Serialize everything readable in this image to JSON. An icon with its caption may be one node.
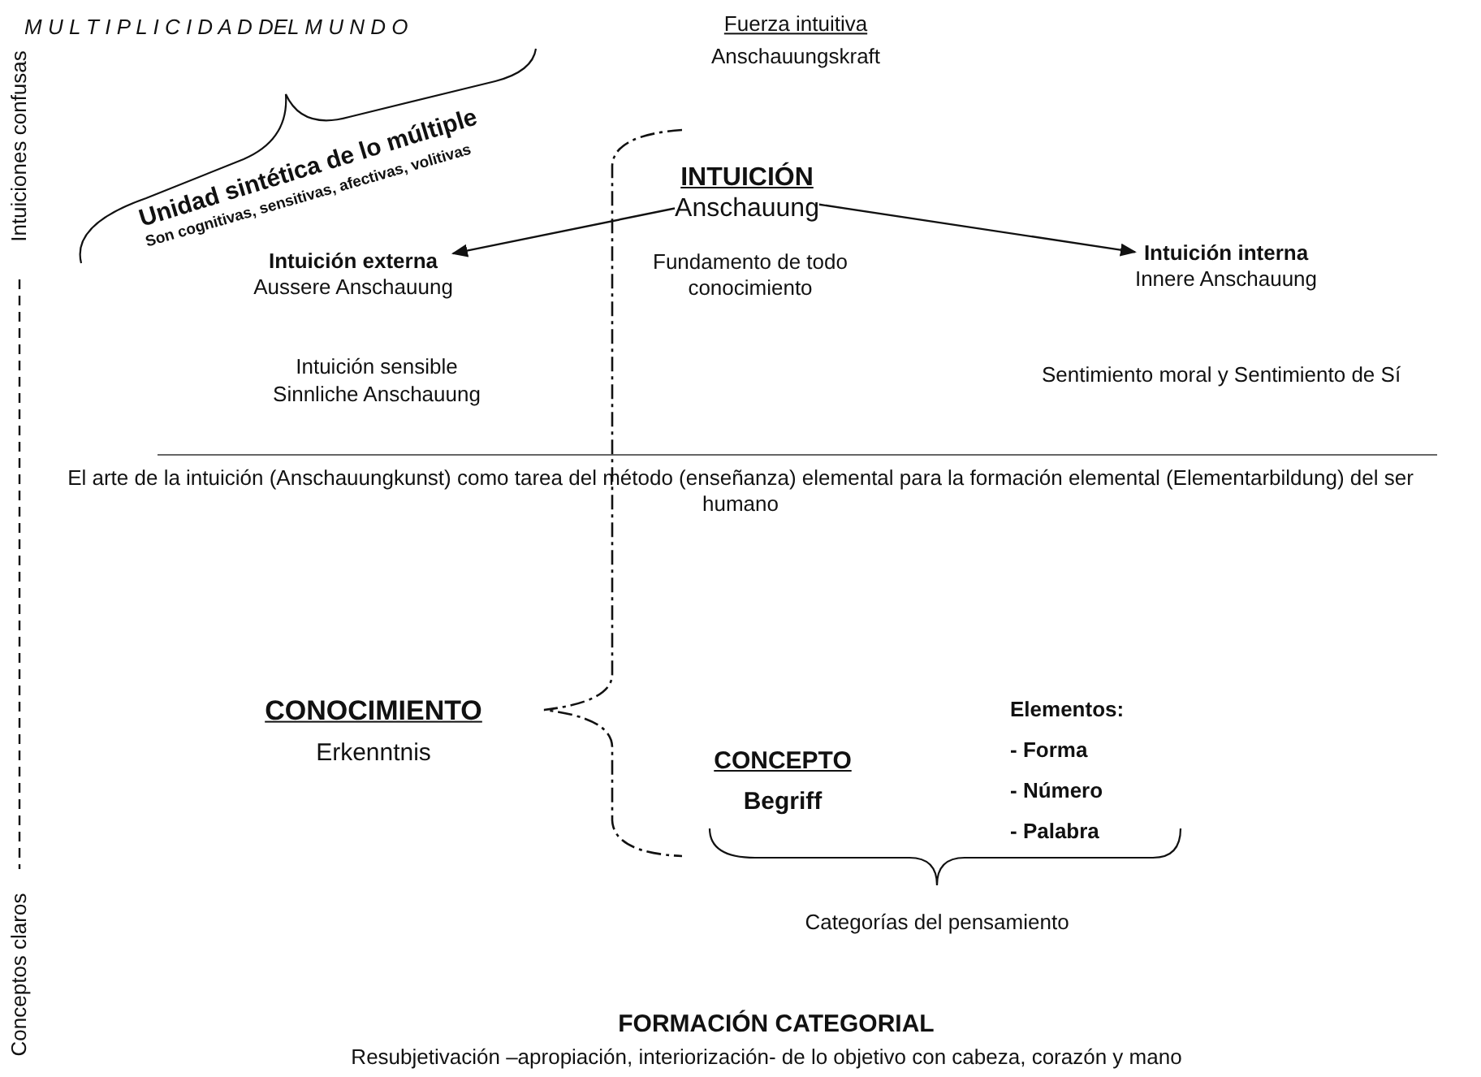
{
  "diagram": {
    "nodes": [
      {
        "text": [
          "INTUICIÓN",
          "Anschauung"
        ]
      },
      {
        "text": [
          "Intuición externa",
          "Aussere Anschauung"
        ]
      },
      {
        "text": [
          "Intuición interna",
          "Innere Anschauung"
        ]
      }
    ],
    "edges": [
      {
        "from": 0,
        "to": 1,
        "arrow": "to"
      },
      {
        "from": 0,
        "to": 2,
        "arrow": "to"
      }
    ],
    "labels": [
      "M U L T I P L I C I D A D DEL M U N D O",
      "Intuiciones confusas",
      "Fuerza intuitiva",
      "Anschauungskraft",
      "Unidad sintética de lo múltiple",
      "Son cognitivas, sensitivas, afectivas, volitivas",
      "Fundamento de todo conocimiento",
      "Intuición sensible",
      "Sinnliche Anschauung",
      "Sentimiento moral y Sentimiento de Sí",
      "El arte de la intuición (Anschauungkunst) como tarea del método (enseñanza) elemental para la formación elemental (Elementarbildung) del ser humano",
      "CONOCIMIENTO",
      "Erkenntnis",
      "CONCEPTO",
      "Begriff",
      "Elementos:",
      "- Forma",
      "- Número",
      "- Palabra",
      "Categorías del pensamiento",
      "Conceptos claros",
      "FORMACIÓN CATEGORIAL",
      "Resubjetivación –apropiación, interiorización- de lo objetivo con cabeza, corazón y mano"
    ]
  }
}
